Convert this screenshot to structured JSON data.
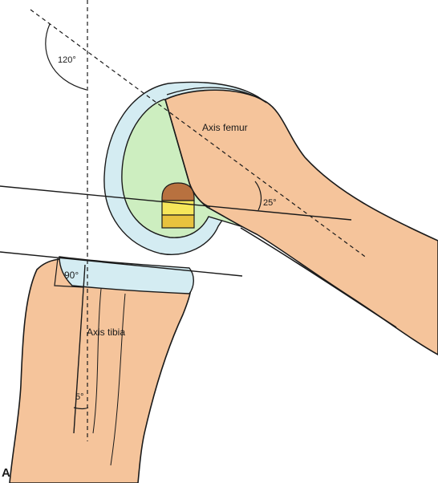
{
  "labels": {
    "angle_femur_flexion": "120°",
    "axis_femur": "Axis femur",
    "angle_femur_axis": "25°",
    "angle_tibia_plateau": "90°",
    "axis_tibia": "Axis tibia",
    "angle_tibia_axis": "5°",
    "panel": "A"
  },
  "colors": {
    "bone": "#f5c49b",
    "cartilage": "#d4ecf2",
    "soft_tissue": "#cdeec0",
    "graft_top": "#b8713f",
    "graft_mid": "#f6e65a",
    "graft_bottom": "#e8c23e",
    "line": "#1a1a1a"
  }
}
